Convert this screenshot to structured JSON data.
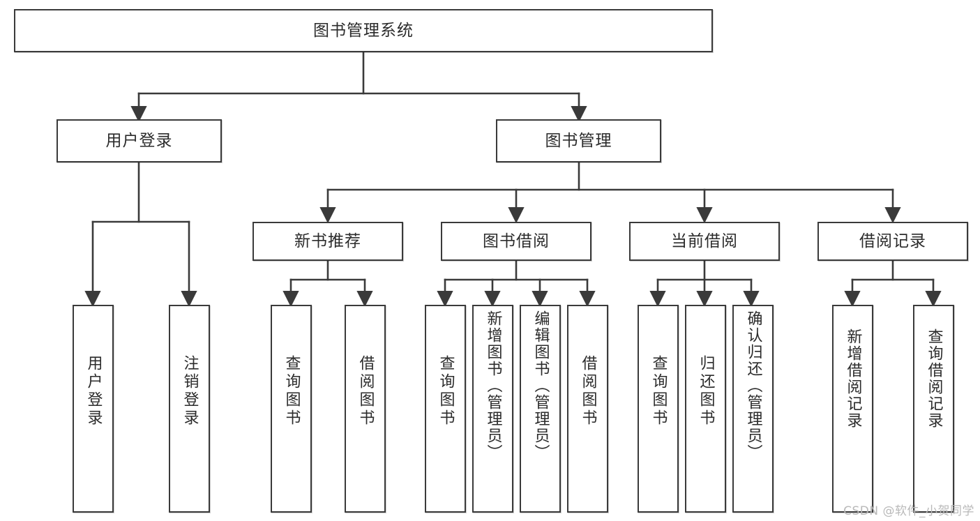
{
  "diagram": {
    "title": "图书管理系统",
    "type": "tree",
    "colors": {
      "stroke": "#3a3a3a",
      "fill": "#ffffff",
      "text": "#2b2b2b",
      "watermark": "#b9b9b9"
    },
    "root": {
      "label": "图书管理系统"
    },
    "level2": [
      {
        "label": "用户登录"
      },
      {
        "label": "图书管理"
      }
    ],
    "level3": [
      {
        "label": "新书推荐"
      },
      {
        "label": "图书借阅"
      },
      {
        "label": "当前借阅"
      },
      {
        "label": "借阅记录"
      }
    ],
    "leaves": {
      "user_login": [
        {
          "label": "用户登录"
        },
        {
          "label": "注销登录"
        }
      ],
      "new_book": [
        {
          "label": "查询图书"
        },
        {
          "label": "借阅图书"
        }
      ],
      "book_borrow": [
        {
          "label": "查询图书"
        },
        {
          "label": "新增图书（管理员）"
        },
        {
          "label": "编辑图书（管理员）"
        },
        {
          "label": "借阅图书"
        }
      ],
      "current_borrow": [
        {
          "label": "查询图书"
        },
        {
          "label": "归还图书"
        },
        {
          "label": "确认归还（管理员）"
        }
      ],
      "borrow_record": [
        {
          "label": "新增借阅记录"
        },
        {
          "label": "查询借阅记录"
        }
      ]
    },
    "watermark": "CSDN @软件_小贺同学"
  }
}
